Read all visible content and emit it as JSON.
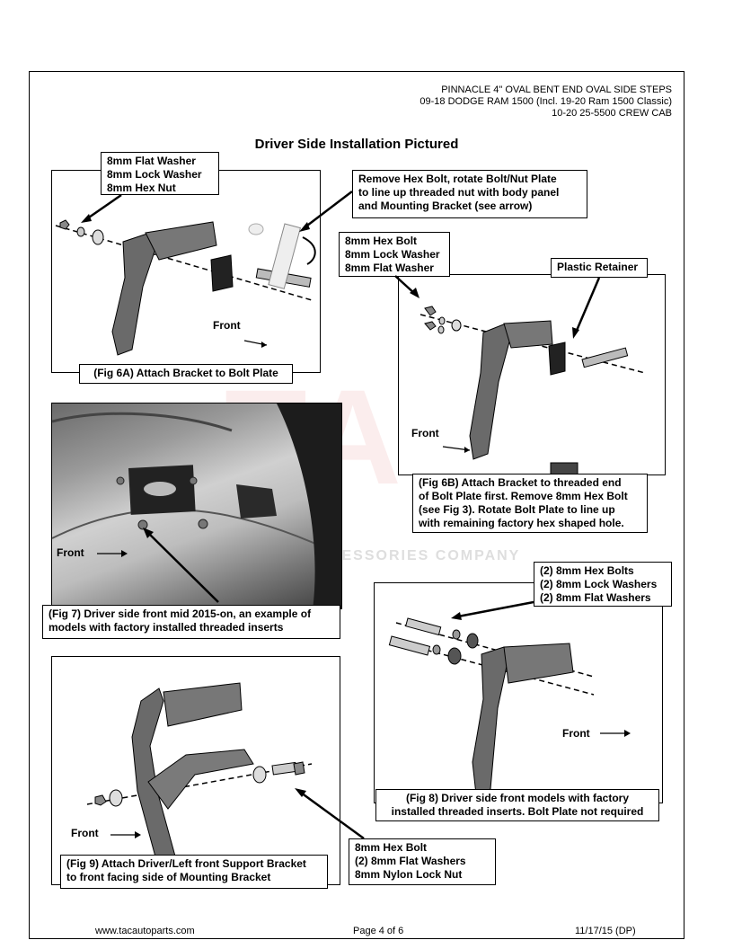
{
  "header": {
    "line1": "PINNACLE 4\" OVAL BENT END OVAL SIDE STEPS",
    "line2": "09-18 DODGE RAM 1500 (Incl. 19-20 Ram 1500 Classic)",
    "line3": "10-20 25-5500 CREW CAB"
  },
  "title": "Driver Side Installation Pictured",
  "watermark": {
    "letters": "TAC",
    "company": "TRUCK ACCESSORIES COMPANY",
    "registered": "®"
  },
  "fig6a": {
    "hardware": [
      "8mm Flat Washer",
      "8mm Lock Washer",
      "8mm Hex Nut"
    ],
    "instruction": [
      "Remove Hex Bolt, rotate Bolt/Nut Plate",
      "to line up threaded nut with body panel",
      "and Mounting Bracket (see arrow)"
    ],
    "front": "Front",
    "caption": "(Fig 6A) Attach Bracket to Bolt Plate"
  },
  "fig6b": {
    "hardware": [
      "8mm Hex Bolt",
      "8mm Lock Washer",
      "8mm Flat Washer"
    ],
    "retainer": "Plastic Retainer",
    "front": "Front",
    "caption": [
      "(Fig 6B) Attach Bracket to threaded end",
      "of Bolt Plate first. Remove 8mm Hex Bolt",
      "(see Fig 3). Rotate Bolt Plate to line up",
      "with remaining factory hex shaped hole."
    ]
  },
  "fig7": {
    "front": "Front",
    "caption": [
      "(Fig 7) Driver side front mid 2015-on, an example of",
      "models with factory installed threaded inserts"
    ]
  },
  "fig8": {
    "hardware": [
      "(2) 8mm Hex Bolts",
      "(2) 8mm Lock Washers",
      "(2) 8mm Flat Washers"
    ],
    "front": "Front",
    "caption": [
      "(Fig 8) Driver side front models with factory",
      "installed threaded inserts. Bolt Plate not required"
    ]
  },
  "fig9": {
    "hardware": [
      "8mm Hex Bolt",
      "(2) 8mm Flat Washers",
      "8mm Nylon Lock Nut"
    ],
    "front": "Front",
    "caption": [
      "(Fig 9) Attach Driver/Left front Support Bracket",
      "to front facing side of Mounting Bracket"
    ]
  },
  "footer": {
    "website": "www.tacautoparts.com",
    "page": "Page 4 of 6",
    "date": "11/17/15 (DP)"
  }
}
